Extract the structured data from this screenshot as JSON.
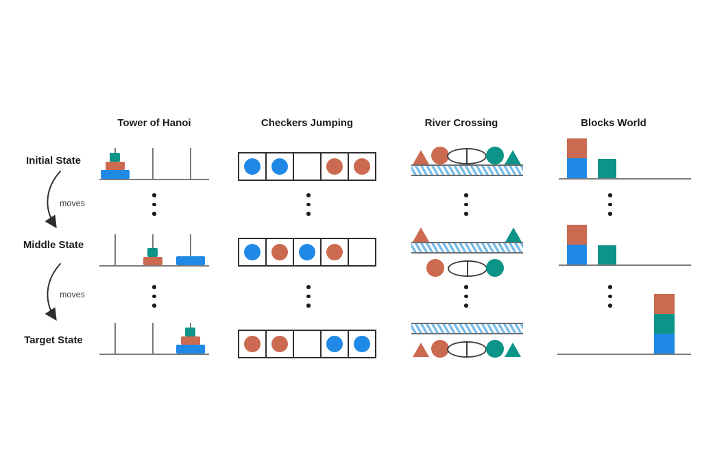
{
  "figure": {
    "background": "#ffffff",
    "columns": [
      {
        "id": "tower-of-hanoi",
        "title": "Tower of Hanoi"
      },
      {
        "id": "checkers-jumping",
        "title": "Checkers Jumping"
      },
      {
        "id": "river-crossing",
        "title": "River Crossing"
      },
      {
        "id": "blocks-world",
        "title": "Blocks World"
      }
    ],
    "rows": [
      {
        "id": "initial",
        "label": "Initial State"
      },
      {
        "id": "middle",
        "label": "Middle State"
      },
      {
        "id": "target",
        "label": "Target State"
      }
    ],
    "arrow_label": "moves",
    "ellipsis": "vertical-three-dots between consecutive states in every column"
  },
  "colors": {
    "blue": "#2089E5",
    "orange": "#CB6A50",
    "teal": "#0D9488",
    "line_gray": "#7a7a7a",
    "outline_dark": "#2e2e2e",
    "river_hatch_blue": "#79bce8",
    "text": "#1c1c1e"
  },
  "puzzle_states": {
    "tower_of_hanoi": {
      "initial": {
        "peg1": [
          "blue-large",
          "orange-medium",
          "teal-small"
        ],
        "peg2": [],
        "peg3": []
      },
      "middle": {
        "peg1": [],
        "peg2": [
          "orange-medium",
          "teal-small"
        ],
        "peg3": [
          "blue-large"
        ]
      },
      "target": {
        "peg1": [],
        "peg2": [],
        "peg3": [
          "blue-large",
          "orange-medium",
          "teal-small"
        ]
      }
    },
    "checkers_jumping": {
      "initial": [
        "blue",
        "blue",
        "empty",
        "orange",
        "orange"
      ],
      "middle": [
        "blue",
        "orange",
        "blue",
        "orange",
        "empty"
      ],
      "target": [
        "orange",
        "orange",
        "empty",
        "blue",
        "blue"
      ]
    },
    "river_crossing": {
      "initial": {
        "near_bank": [
          "orange-triangle",
          "orange-circle",
          "boat",
          "teal-circle",
          "teal-triangle"
        ],
        "far_bank": []
      },
      "middle": {
        "near_bank": [
          "orange-triangle",
          "teal-triangle"
        ],
        "far_bank": [
          "orange-circle",
          "boat",
          "teal-circle"
        ]
      },
      "target": {
        "near_bank": [],
        "far_bank": [
          "orange-triangle",
          "orange-circle",
          "boat",
          "teal-circle",
          "teal-triangle"
        ]
      }
    },
    "blocks_world": {
      "initial": {
        "stack1": [
          "blue",
          "orange"
        ],
        "stack2": [
          "teal"
        ],
        "stack3": []
      },
      "middle": {
        "stack1": [
          "blue",
          "orange"
        ],
        "stack2": [
          "teal"
        ],
        "stack3": []
      },
      "target": {
        "stack1": [],
        "stack2": [],
        "stack3": [
          "blue",
          "teal",
          "orange"
        ]
      }
    }
  }
}
